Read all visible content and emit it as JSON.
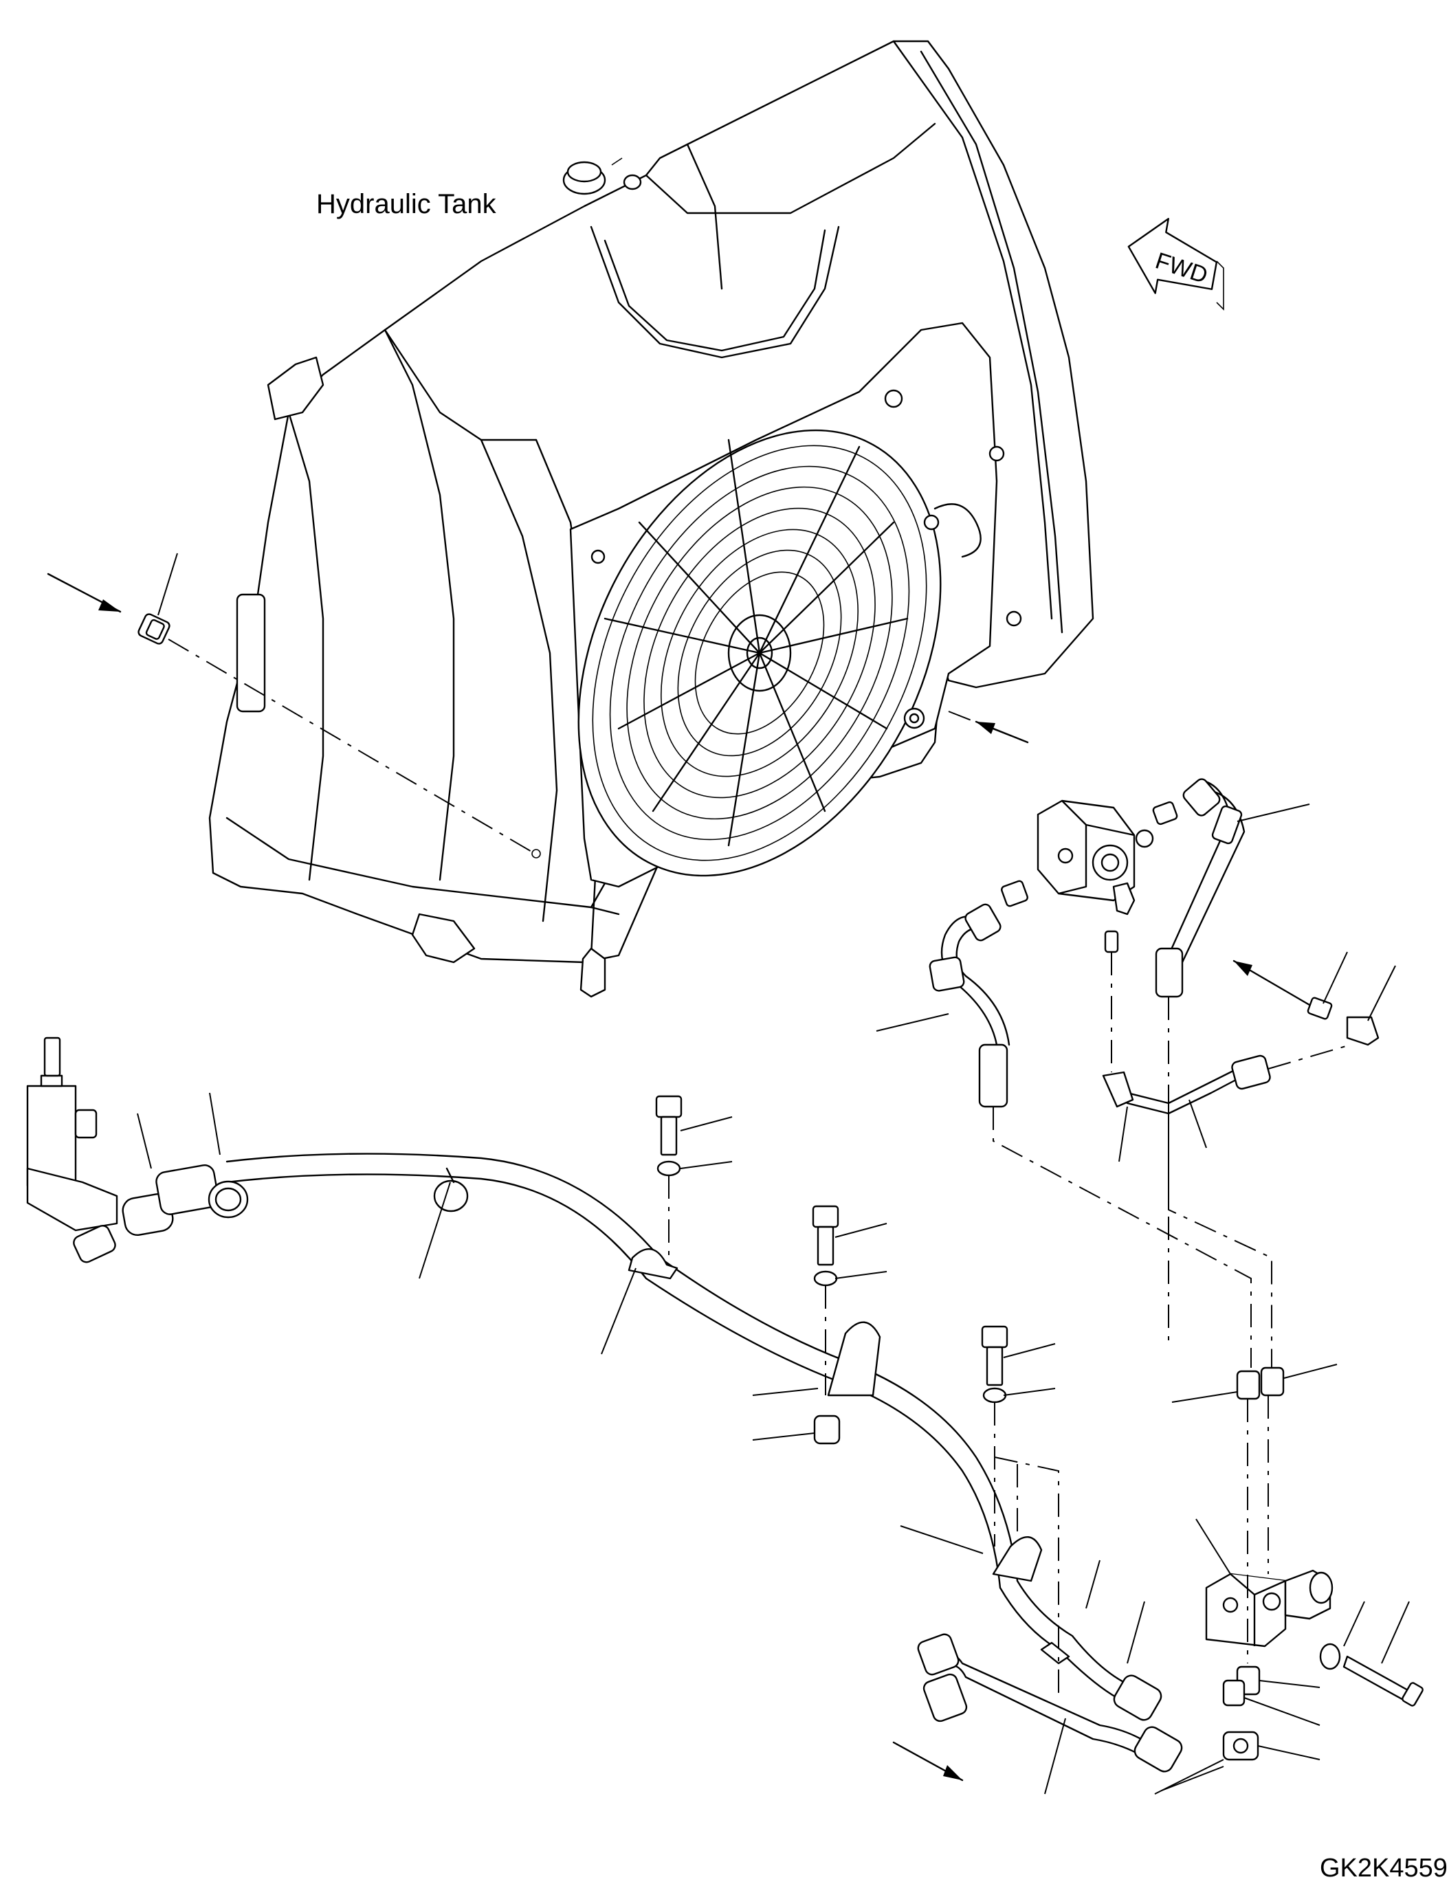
{
  "diagram": {
    "title_label": "Hydraulic Tank",
    "direction_label": "FWD",
    "drawing_id": "GK2K4559"
  }
}
